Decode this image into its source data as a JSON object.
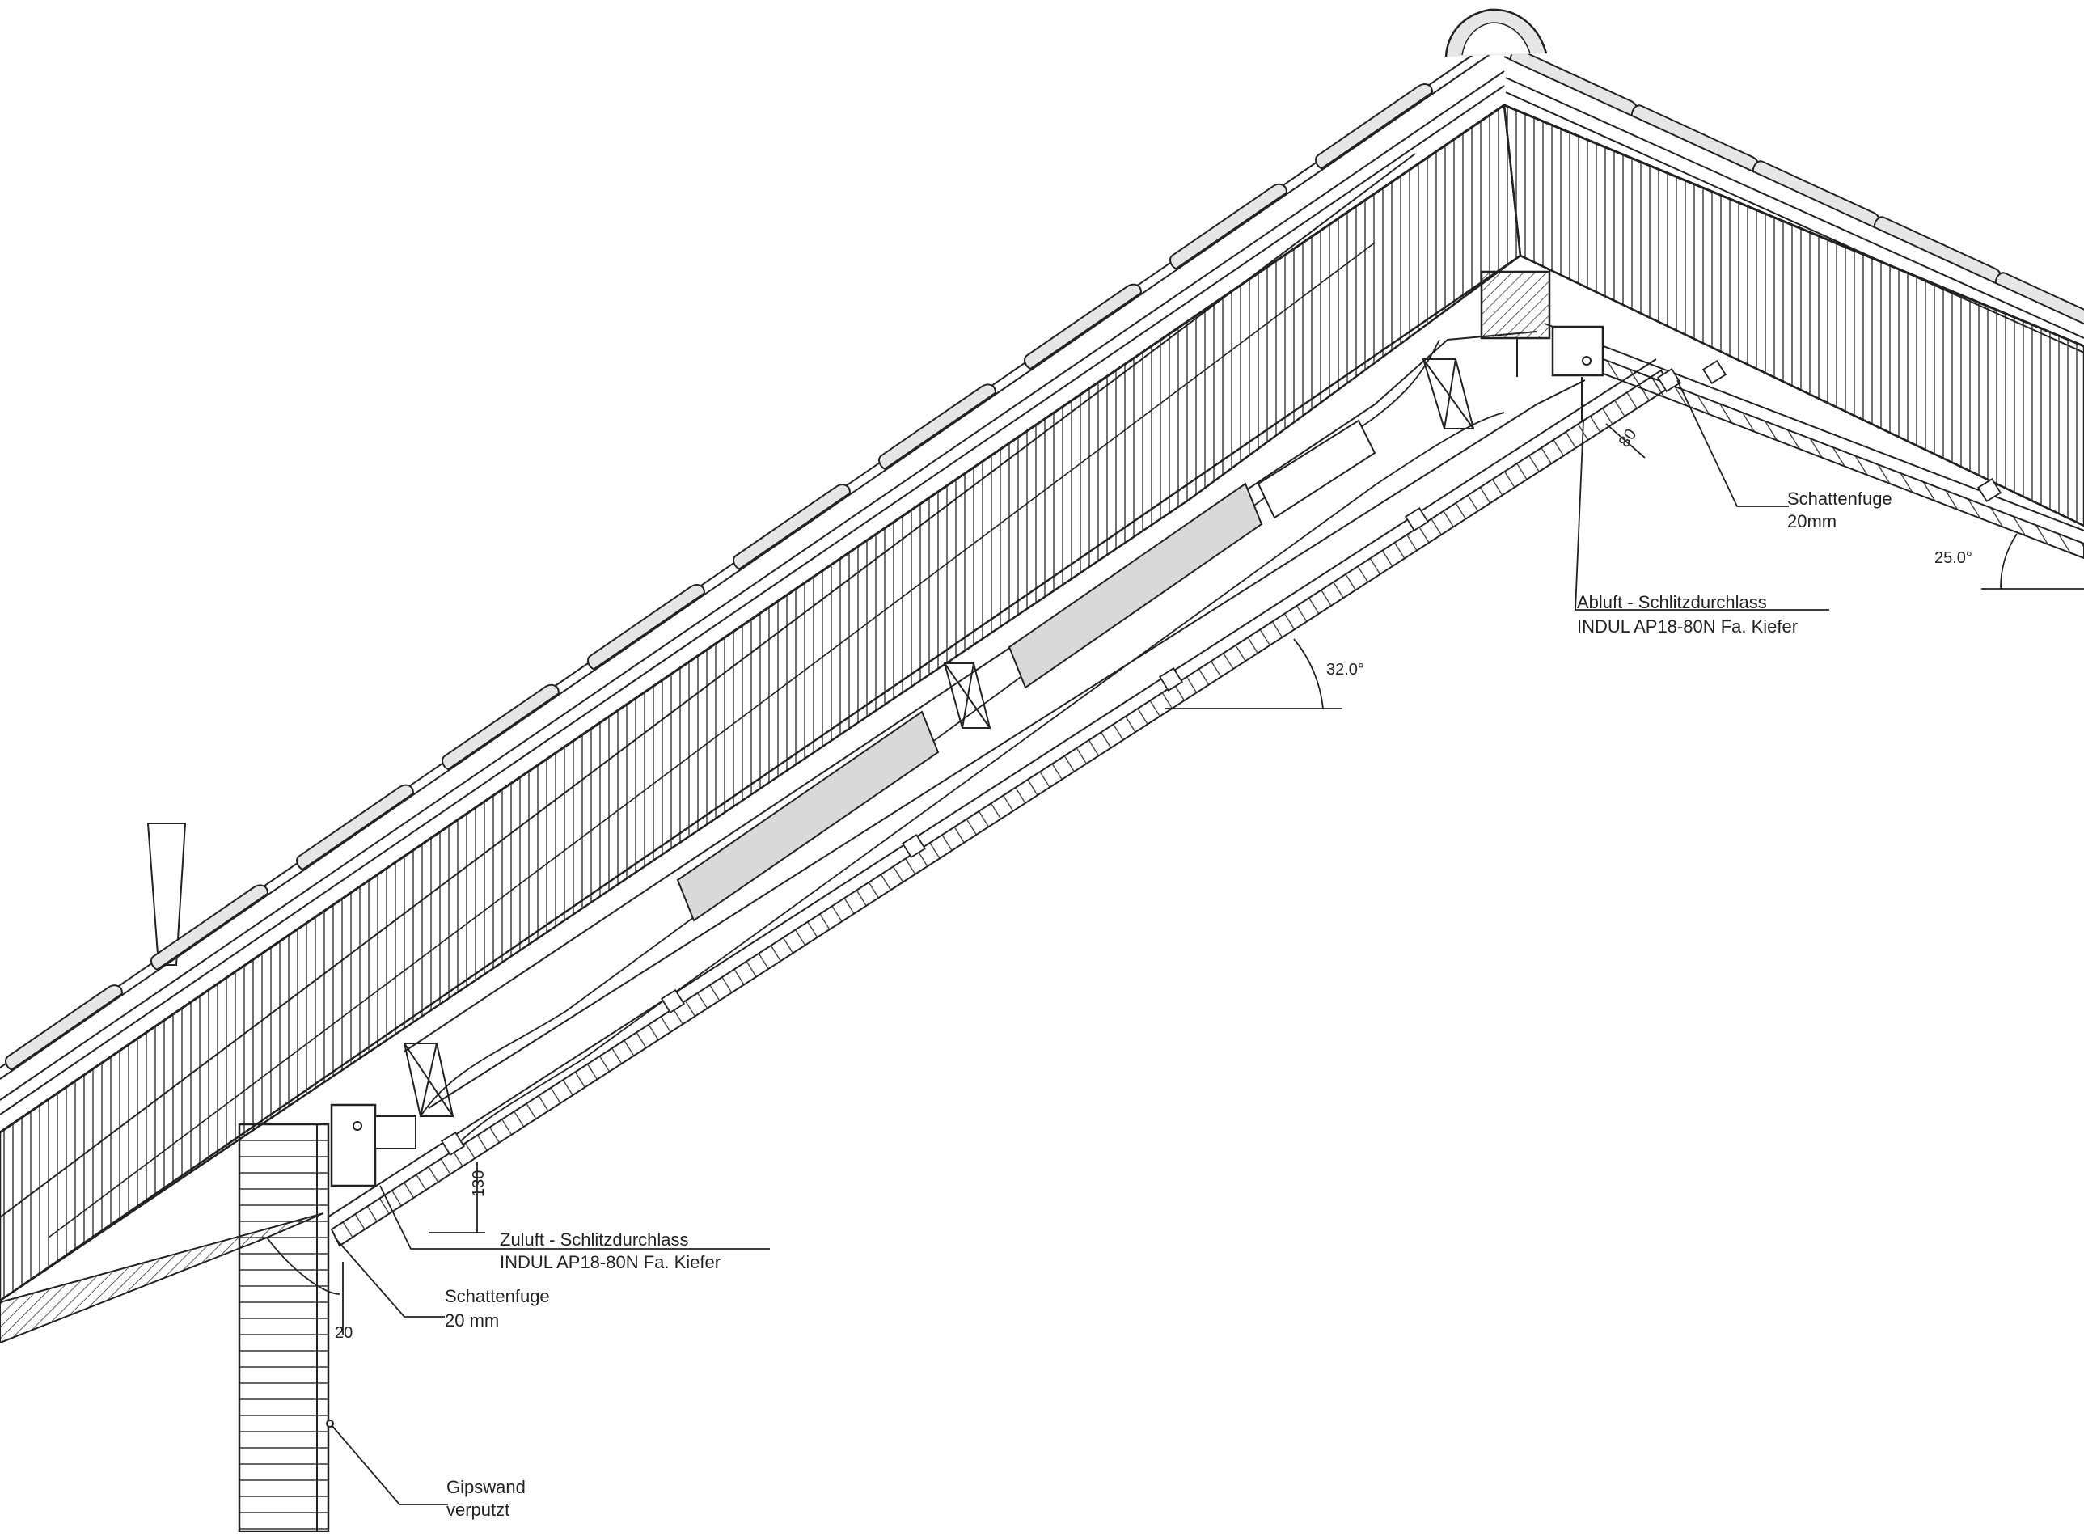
{
  "labels": {
    "abluft_line1": "Abluft - Schlitzdurchlass",
    "abluft_line2": "INDUL AP18-80N Fa. Kiefer",
    "zuluft_line1": "Zuluft - Schlitzdurchlass",
    "zuluft_line2": "INDUL AP18-80N Fa. Kiefer",
    "schattenfuge_top_line1": "Schattenfuge",
    "schattenfuge_top_line2": "20mm",
    "schattenfuge_bottom_line1": "Schattenfuge",
    "schattenfuge_bottom_line2": "20 mm",
    "gipswand_line1": "Gipswand",
    "gipswand_line2": "verputzt"
  },
  "dimensions": {
    "angle_left": "32.0°",
    "angle_right": "25.0°",
    "dim_130": "130",
    "dim_20": "20",
    "dim_80": "80"
  },
  "colors": {
    "line": "#222222",
    "duct_fill": "#d9d9d9",
    "tile_fill": "#e6e6e6",
    "background": "#ffffff"
  }
}
